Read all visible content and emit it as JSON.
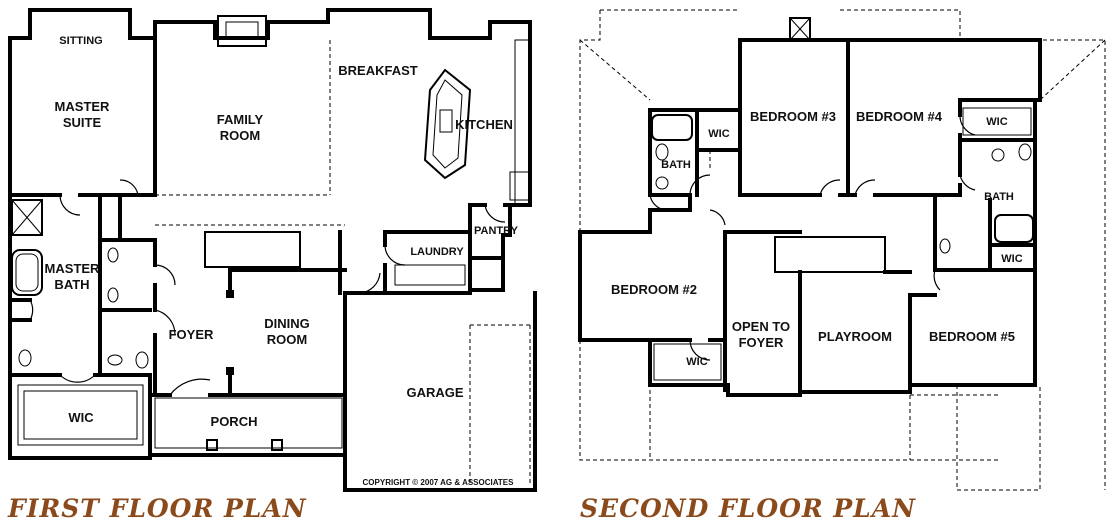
{
  "colors": {
    "wall": "#000000",
    "title": "#8B4A1B",
    "background": "#FFFFFF"
  },
  "first_floor": {
    "title": "FIRST FLOOR PLAN",
    "rooms": {
      "sitting": "SITTING",
      "master_suite": "MASTER\nSUITE",
      "family_room": "FAMILY\nROOM",
      "breakfast": "BREAKFAST",
      "kitchen": "KITCHEN",
      "master_bath": "MASTER\nBATH",
      "foyer": "FOYER",
      "dining_room": "DINING\nROOM",
      "laundry": "LAUNDRY",
      "pantry": "PANTRY",
      "wic": "WIC",
      "porch": "PORCH",
      "garage": "GARAGE"
    },
    "copyright": "COPYRIGHT © 2007 AG & ASSOCIATES"
  },
  "second_floor": {
    "title": "SECOND FLOOR PLAN",
    "rooms": {
      "bedroom3": "BEDROOM #3",
      "bedroom4": "BEDROOM #4",
      "wic_bath_left": "WIC",
      "bath_left": "BATH",
      "wic_right_top": "WIC",
      "bath_right": "BATH",
      "wic_right_bottom": "WIC",
      "bedroom2": "BEDROOM #2",
      "wic_bedroom2": "WIC",
      "open_to_foyer": "OPEN TO\nFOYER",
      "playroom": "PLAYROOM",
      "bedroom5": "BEDROOM #5"
    }
  }
}
